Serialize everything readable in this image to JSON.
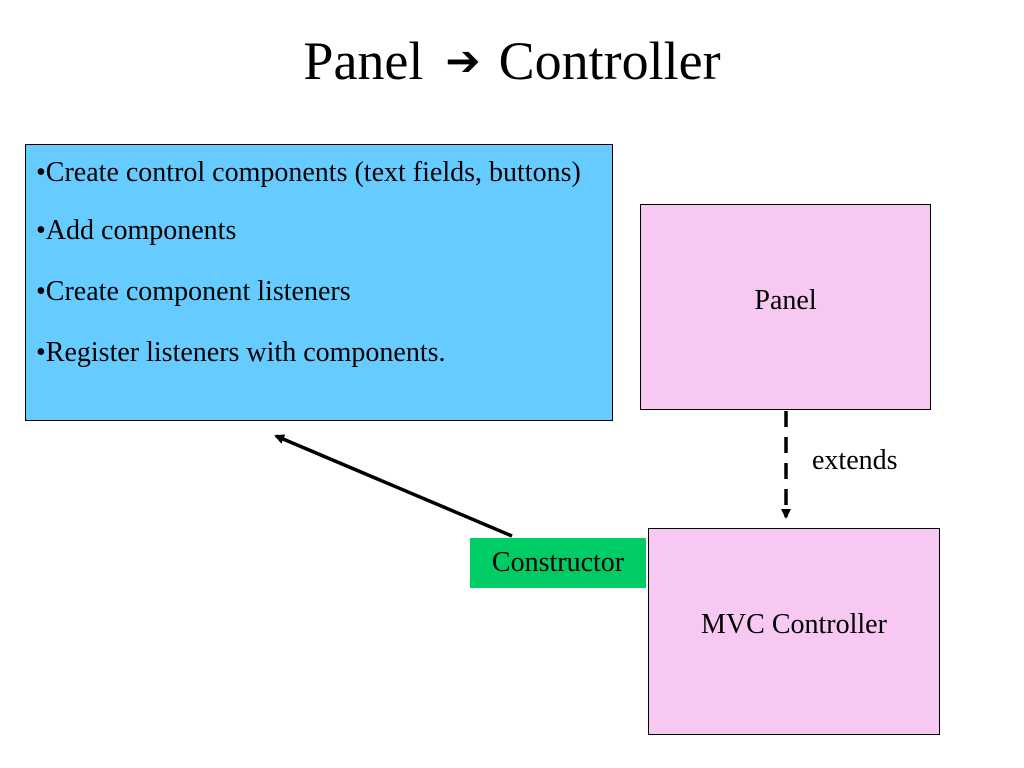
{
  "title": {
    "left": "Panel",
    "arrow": "➔",
    "right": "Controller"
  },
  "responsibilities": {
    "items": [
      "•Create control components (text fields, buttons)",
      "•Add components",
      "•Create component listeners",
      "•Register listeners with components."
    ]
  },
  "panel_box": {
    "label": "Panel"
  },
  "controller_box": {
    "label": "MVC Controller"
  },
  "constructor_tag": {
    "label": "Constructor"
  },
  "extends_relation": {
    "label": "extends"
  },
  "colors": {
    "responsibilities_fill": "#66CCFF",
    "class_box_fill": "#F6C8F2",
    "constructor_fill": "#00CC66",
    "line": "#000000"
  }
}
